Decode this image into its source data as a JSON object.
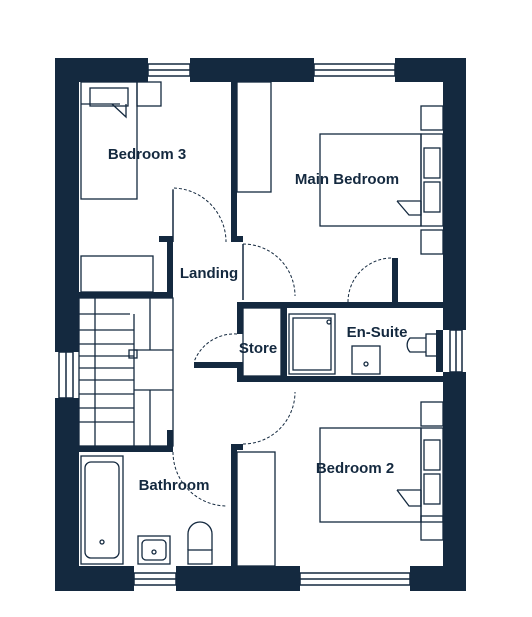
{
  "colors": {
    "wall": "#14293f",
    "line": "#14293f",
    "background": "#ffffff"
  },
  "rooms": {
    "bedroom3": "Bedroom 3",
    "main_bedroom": "Main Bedroom",
    "landing": "Landing",
    "store": "Store",
    "en_suite": "En-Suite",
    "bedroom2": "Bedroom 2",
    "bathroom": "Bathroom"
  }
}
